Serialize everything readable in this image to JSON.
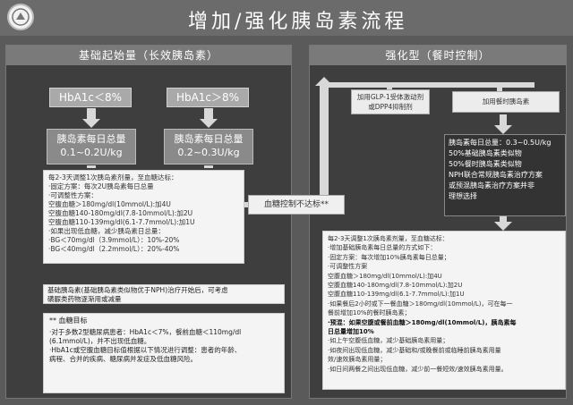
{
  "title": "增加/强化胰岛素流程",
  "left_panel": {
    "header": "基础起始量（长效胰岛素）",
    "hba1c_low": "HbA1c＜8%",
    "hba1c_high": "HbA1c＞8%",
    "dose_low_title": "胰岛素每日总量",
    "dose_low_value": "0.1~0.2U/kg",
    "dose_high_title": "胰岛素每日总量",
    "dose_high_value": "0.2~0.3U/kg",
    "titration_lines": [
      "每2-3天调整1次胰岛素剂量，至血糖达标：",
      "·固定方案：每次2U胰岛素每日总量",
      "·可调整性方案：",
      "  空腹血糖＞180mg/dl(10mmol/L):加4U",
      "  空腹血糖140-180mg/dl(7.8-10mmol/L):加2U",
      "  空腹血糖110-139mg/dl(6.1-7.7mmol/L):加1U",
      "·如果出现低血糖，减少胰岛素日总量：",
      "  ·BG＜70mg/dl（3.9mmol/L）：10%-20%",
      "  ·BG＜40mg/dl（2.2mmol/L）：20%-40%"
    ],
    "note_lines": [
      "基础胰岛素(基础胰岛素类似物优于NPH)治疗开始后，可考虑",
      "磺脲类药物逐渐用或减量"
    ],
    "target_title": "血糖目标",
    "target_lines": [
      "·对于多数2型糖尿病患者：HbA1c＜7%，餐前血糖＜110mg/dl",
      "  (6.1mmol/L)，并不出现低血糖。",
      "·HbA1c或空腹血糖目标值根据以下情况进行调整：患者的年龄、",
      "  病程、合并的疾病、糖尿病并发症及低血糖风险。"
    ]
  },
  "center": {
    "not_reached": "血糖控制不达标**"
  },
  "right_panel": {
    "header": "强化型（餐时控制）",
    "glp1_lines": [
      "加用GLP-1受体激动剂",
      "或DPP4抑制剂"
    ],
    "prandial_label": "加用餐时胰岛素",
    "intensive_lines": [
      "胰岛素每日总量：0.3~0.5U/kg",
      "50%基础胰岛素类似物",
      "50%餐时胰岛素类似物",
      "NPH联合常规胰岛素治疗方案",
      "或预混胰岛素治疗方案并非",
      "理想选择"
    ],
    "detail_lines": [
      "每2-3天调整1次胰岛素剂量，至血糖达标：",
      "·增加基础胰岛素每日总量的方式如下：",
      "·固定方案：每次增加10%胰岛素每日总量；",
      "·可调整性方案",
      "  空腹血糖＞180mg/dl(10mmol/L):加4U",
      "  空腹血糖140-180mg/dl(7.8-10mmol/L):加2U",
      "  空腹血糖110-139mg/dl(6.1-7.7mmol/L):加1U",
      "·如果餐后2小时或下一餐血糖＞180mg/dl(10mmol/L)，可在每一",
      "  餐前增加10%的餐时胰岛素；",
      "·预混：如果空腹或餐前血糖＞180mg/dl(10mmol/L)，胰岛素每",
      "  日总量增加10%",
      "·如上午空腹低血糖，减少基础胰岛素用量；",
      "·如夜间出现低血糖，减少基础和/或晚餐前或临睡前胰岛素用量",
      "  效/速效胰岛素用量；",
      "·如日间两餐之间出现低血糖，减少前一餐短效/速效胰岛素用量。"
    ]
  }
}
